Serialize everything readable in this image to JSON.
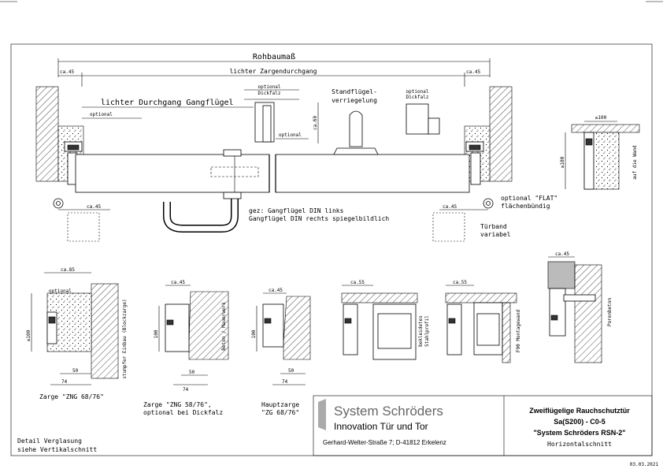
{
  "page": {
    "date": "03.03.2021"
  },
  "main_plan": {
    "rohbaumass": "Rohbaumaß",
    "lichter_zargendurchgang": "lichter Zargendurchgang",
    "lichter_durchgang_gangfluegel": "lichter Durchgang Gangflügel",
    "ca45_left": "ca.45",
    "ca45_right": "ca.45",
    "optional_left": "optional",
    "optional_dickfalz_1": "optional",
    "dickfalz_1": "Dickfalz",
    "optional_small": "optional",
    "ca69": "ca.69",
    "standfluegel_1": "Standflügel-",
    "standfluegel_2": "verriegelung",
    "optional_dickfalz_2": "optional",
    "dickfalz_2": "Dickfalz",
    "ca45_lower_left": "ca.45",
    "ca45_lower_right": "ca.45",
    "note_1": "gez: Gangflügel DIN links",
    "note_2": "Gangflügel DIN rechts spiegelbildlich",
    "tuerband_1": "Türband",
    "tuerband_2": "variabel",
    "flat_1": "optional \"FLAT\"",
    "flat_2": "flächenbündig"
  },
  "detail_wall": {
    "ge100_top": "≥100",
    "ge100_side": "≥100",
    "label": "auf die Wand"
  },
  "details": [
    {
      "top_dim": "ca.85",
      "optional": "optional",
      "side_dim": "≥100",
      "dim_50": "50",
      "dim_74": "74",
      "vertical_label": "stumpfer Einbau (Blockzarge)",
      "caption_1": "Zarge \"ZNG 68/76\"",
      "caption_2": ""
    },
    {
      "top_dim": "ca.45",
      "side_dim": "100",
      "dim_50": "50",
      "dim_74": "74",
      "vertical_label": "Beton / Mauerwerk",
      "caption_1": "Zarge \"ZNG 58/76\",",
      "caption_2": "optional bei Dickfalz"
    },
    {
      "top_dim": "ca.45",
      "side_dim": "100",
      "dim_50": "50",
      "dim_74": "74",
      "caption_1": "Hauptzarge",
      "caption_2": "\"ZG 68/76\""
    },
    {
      "top_dim": "ca.55",
      "vertical_label_1": "bekleidetes",
      "vertical_label_2": "Stahlprofil"
    },
    {
      "top_dim": "ca.55",
      "vertical_label": "F90 Montagewand"
    },
    {
      "top_dim": "ca.45",
      "vertical_label": "Porenbeton"
    }
  ],
  "footer": {
    "detail_1": "Detail Verglasung",
    "detail_2": "siehe Vertikalschnitt",
    "company": "System Schröders",
    "tagline": "Innovation Tür und Tor",
    "address": "Gerhard-Welter-Straße 7;  D-41812 Erkelenz",
    "title_1": "Zweiflügelige Rauchschutztür",
    "title_2": "Sa(S200) - C0-5",
    "title_3": "\"System Schröders RSN-2\"",
    "title_4": "Horizontalschnitt"
  }
}
